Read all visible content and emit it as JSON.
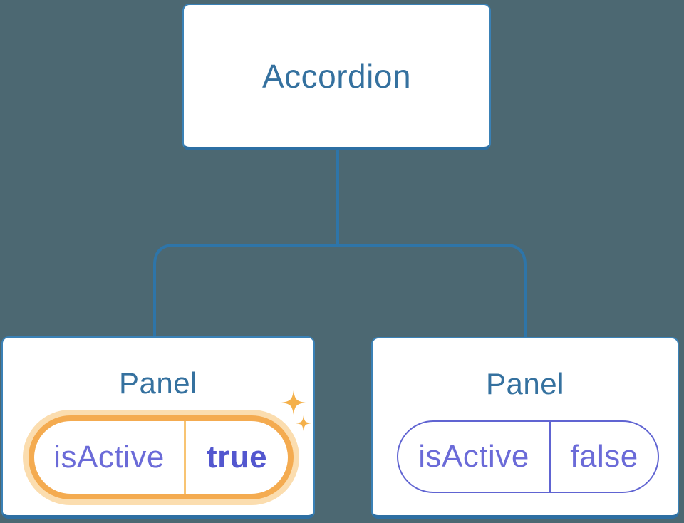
{
  "tree": {
    "root": {
      "label": "Accordion"
    },
    "children": [
      {
        "label": "Panel",
        "prop": {
          "name": "isActive",
          "value": "true"
        },
        "active": true,
        "badge_icon": "sparkles-icon"
      },
      {
        "label": "Panel",
        "prop": {
          "name": "isActive",
          "value": "false"
        },
        "active": false
      }
    ]
  },
  "colors": {
    "background": "#4c6872",
    "connector": "#2e75a9",
    "card_border": "#3a81b6",
    "card_border_bottom": "#2d6fa3",
    "heading_text": "#35719f",
    "active_ring": "#f4ab50",
    "active_glow": "#fbddaf",
    "active_divider": "#f8c473",
    "sparkle": "#f4b04a",
    "state_text": "#6b6bd8",
    "state_value_active": "#5357cf",
    "inactive_border": "#6064d2"
  }
}
